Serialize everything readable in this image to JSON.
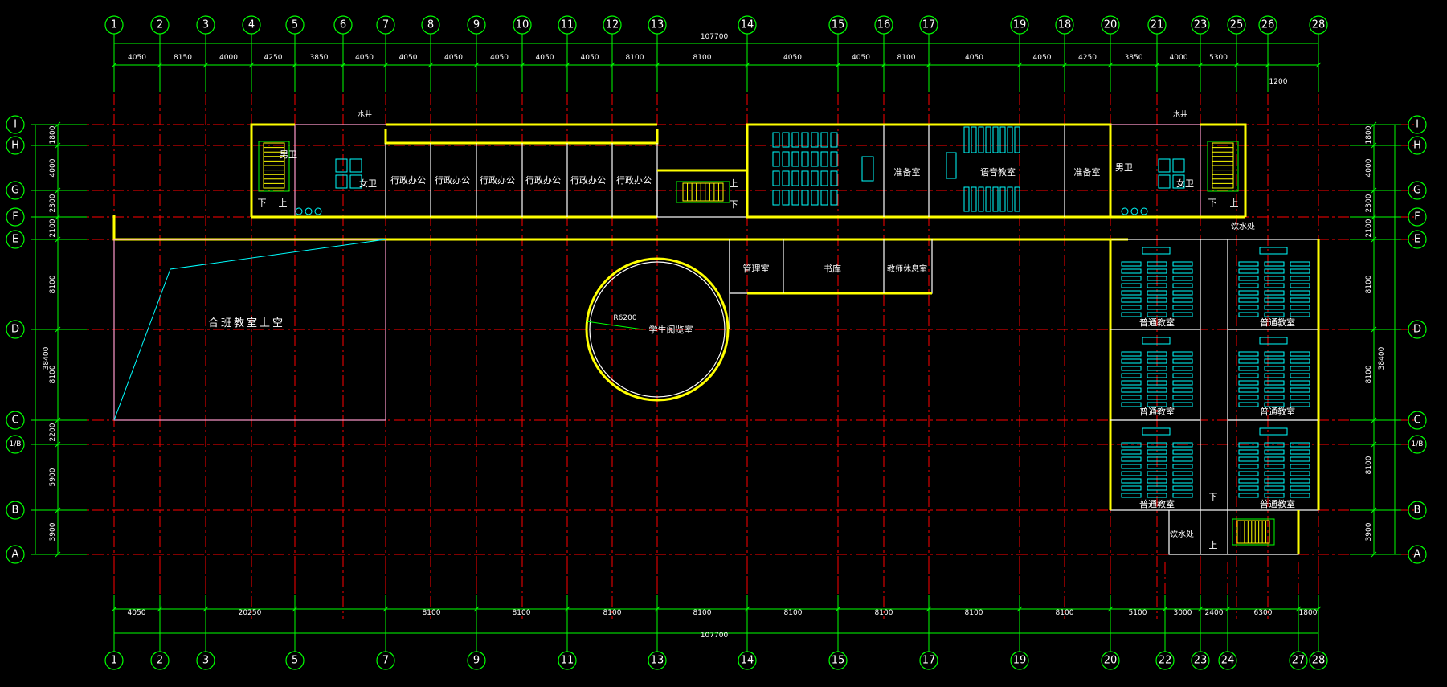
{
  "drawing": {
    "top_axes": [
      "1",
      "2",
      "3",
      "4",
      "5",
      "6",
      "7",
      "8",
      "9",
      "10",
      "11",
      "12",
      "13",
      "14",
      "15",
      "16",
      "17",
      "19",
      "18",
      "20",
      "21",
      "23",
      "25",
      "26",
      "28"
    ],
    "bottom_axes": [
      "1",
      "2",
      "3",
      "5",
      "7",
      "9",
      "11",
      "13",
      "14",
      "15",
      "17",
      "19",
      "20",
      "22",
      "23",
      "24",
      "27",
      "28"
    ],
    "row_axes": [
      "I",
      "H",
      "G",
      "F",
      "E",
      "D",
      "C",
      "1/B",
      "B",
      "A"
    ],
    "top_total": "107700",
    "top_dims": [
      "4050",
      "8150",
      "4000",
      "4250",
      "3850",
      "4050",
      "4050",
      "4050",
      "4050",
      "4050",
      "4050",
      "8100",
      "8100",
      "4050",
      "4050",
      "8100",
      "4050",
      "4050",
      "4250",
      "3850",
      "4000",
      "5300"
    ],
    "top_sub_dim": "1200",
    "bottom_dims": [
      "4050",
      "20250",
      "8100",
      "8100",
      "8100",
      "8100",
      "8100",
      "8100",
      "8100",
      "8100",
      "5100",
      "3000",
      "2400",
      "6300",
      "1800"
    ],
    "bottom_total": "107700",
    "left_dims": [
      "1800",
      "4000",
      "2300",
      "2100",
      "8100",
      "8100",
      "2200",
      "5900",
      "3900"
    ],
    "left_total": "38400",
    "right_dims": [
      "1800",
      "4000",
      "2300",
      "2100",
      "8100",
      "8100",
      "8100",
      "3900"
    ],
    "right_total": "38400",
    "rooms": {
      "toilet_l_m": "男卫",
      "toilet_l_w": "女卫",
      "shaft_l": "水井",
      "admin1": "行政办公",
      "admin2": "行政办公",
      "admin3": "行政办公",
      "admin4": "行政办公",
      "admin5": "行政办公",
      "admin6": "行政办公",
      "prep1": "准备室",
      "lang_class": "语音教室",
      "prep2": "准备室",
      "toilet_r_m": "男卫",
      "toilet_r_w": "女卫",
      "shaft_r": "水井",
      "mgmt": "管理室",
      "books": "书库",
      "teacher_rest": "教师休息室",
      "void": "合班教室上空",
      "reading": "学生阅览室",
      "radius": "R6200",
      "water1": "饮水处",
      "water2": "饮水处",
      "class1": "普通教室",
      "class2": "普通教室",
      "class3": "普通教室",
      "class4": "普通教室",
      "class5": "普通教室",
      "class6": "普通教室"
    },
    "stair_labels": {
      "down": "下",
      "up": "上"
    }
  }
}
